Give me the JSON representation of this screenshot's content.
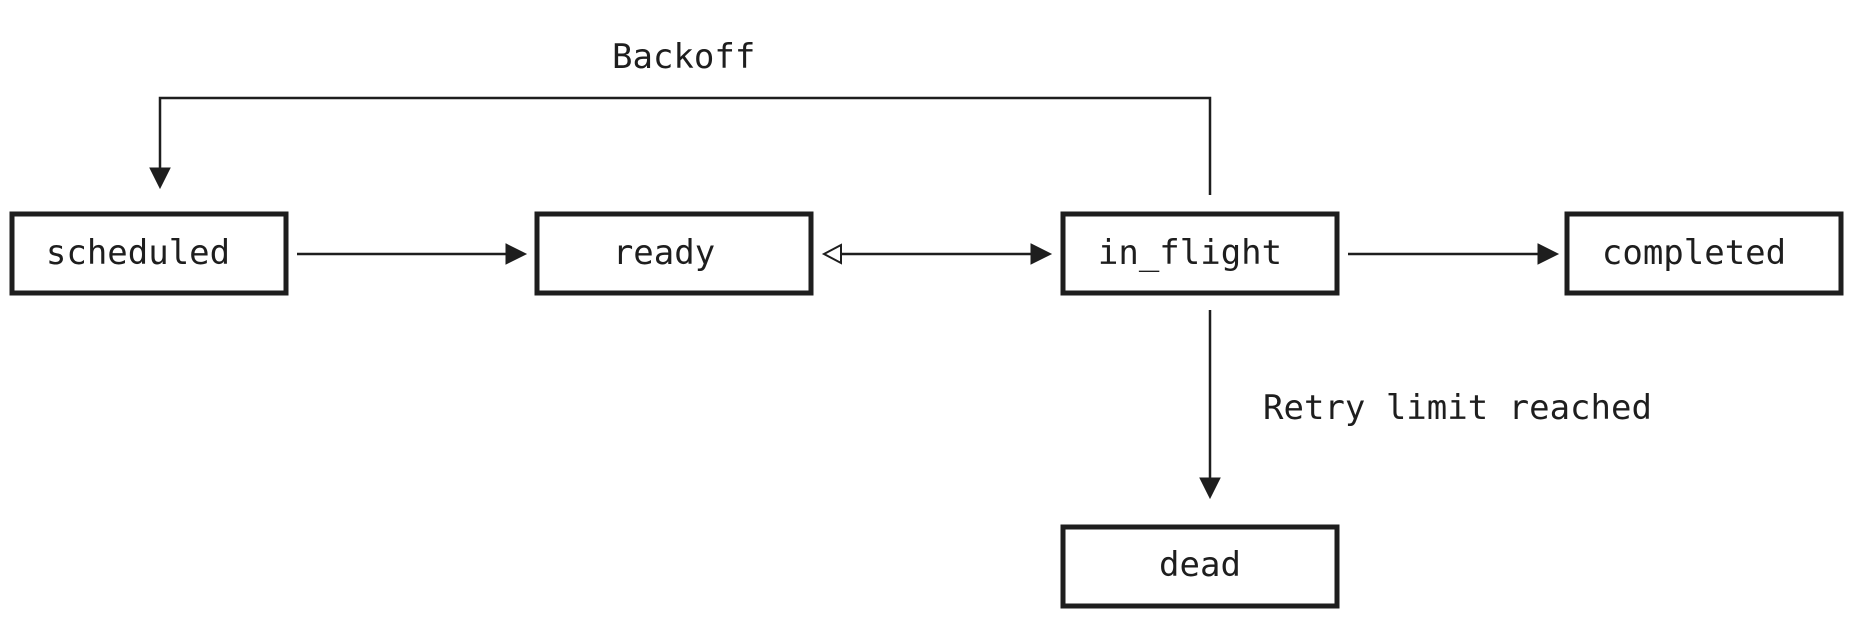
{
  "diagram": {
    "nodes": [
      {
        "id": "scheduled",
        "label": "scheduled"
      },
      {
        "id": "ready",
        "label": "ready"
      },
      {
        "id": "in_flight",
        "label": "in_flight"
      },
      {
        "id": "completed",
        "label": "completed"
      },
      {
        "id": "dead",
        "label": "dead"
      }
    ],
    "edges": [
      {
        "from": "scheduled",
        "to": "ready",
        "label": ""
      },
      {
        "from": "ready",
        "to": "in_flight",
        "label": "",
        "bidirectional": true
      },
      {
        "from": "in_flight",
        "to": "completed",
        "label": ""
      },
      {
        "from": "in_flight",
        "to": "dead",
        "label": "Retry limit reached"
      },
      {
        "from": "in_flight",
        "to": "scheduled",
        "label": "Backoff"
      }
    ],
    "edge_labels": {
      "backoff": "Backoff",
      "retry_limit": "Retry limit reached"
    },
    "colors": {
      "stroke": "#1e1e1e",
      "background": "#ffffff"
    }
  }
}
